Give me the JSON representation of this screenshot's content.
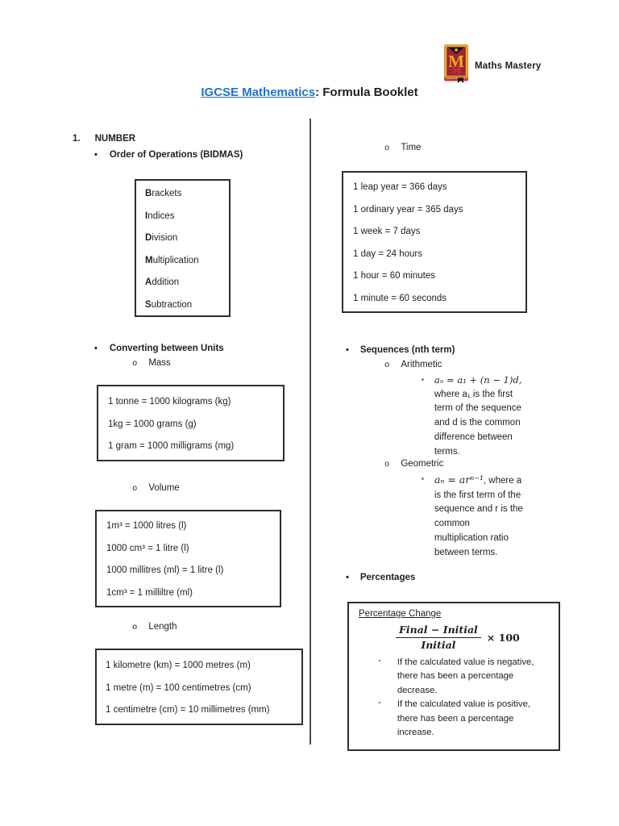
{
  "colors": {
    "link": "#2172cd",
    "gold": "#efaf1d",
    "maroon": "#a02338",
    "red": "#c23b2e",
    "ink": "#141414"
  },
  "glyphs": {
    "bullet": "•",
    "circle": "o",
    "square": "▪",
    "dash": "-"
  },
  "logo": {
    "brand": "Maths Mastery",
    "icon": "book-m-logo"
  },
  "title": {
    "link": "IGCSE Mathematics",
    "suffix": ": Formula Booklet"
  },
  "number_section": {
    "index": "1.",
    "heading": "NUMBER"
  },
  "bidmas": {
    "heading": "Order of Operations (BIDMAS)",
    "items": [
      {
        "lead": "B",
        "rest": "rackets"
      },
      {
        "lead": "I",
        "rest": "ndices"
      },
      {
        "lead": "D",
        "rest": "ivision"
      },
      {
        "lead": "M",
        "rest": "ultiplication"
      },
      {
        "lead": "A",
        "rest": "ddition"
      },
      {
        "lead": "S",
        "rest": "ubtraction"
      }
    ]
  },
  "converting": {
    "heading": "Converting between Units",
    "mass": {
      "label": "Mass",
      "lines": [
        "1 tonne = 1000 kilograms (kg)",
        "1kg = 1000 grams (g)",
        "1 gram = 1000 milligrams (mg)"
      ]
    },
    "volume": {
      "label": "Volume",
      "lines": [
        "1m³ = 1000 litres (l)",
        "1000 cm³ = 1 litre (l)",
        "1000 millitres (ml) = 1 litre (l)",
        "1cm³ = 1 milliltre (ml)"
      ]
    },
    "length": {
      "label": "Length",
      "lines": [
        "1 kilometre (km) = 1000 metres (m)",
        "1 metre (m) = 100 centimetres (cm)",
        "1 centimetre (cm) = 10 millimetres (mm)"
      ]
    }
  },
  "time": {
    "label": "Time",
    "lines": [
      "1 leap year = 366 days",
      "1 ordinary year = 365 days",
      "1 week = 7 days",
      "1 day = 24 hours",
      "1 hour = 60 minutes",
      "1 minute = 60 seconds"
    ]
  },
  "sequences": {
    "heading": "Sequences (nth term)",
    "arithmetic": {
      "label": "Arithmetic",
      "formula": "aₙ = a₁ + (n − 1)d,",
      "desc_lines": [
        "where a₁ is the first",
        "term of the sequence",
        "and d is the common",
        "difference between",
        "terms."
      ]
    },
    "geometric": {
      "label": "Geometric",
      "formula": "aₙ = arⁿ⁻¹",
      "formula_suffix": ", where a",
      "desc_lines": [
        "is the first term of the",
        "sequence and r is the",
        "common",
        "multiplication ratio",
        "between terms."
      ]
    }
  },
  "percentages": {
    "heading": "Percentages",
    "box_title": "Percentage Change",
    "fraction": {
      "numerator": "Final − Initial",
      "denominator": "Initial",
      "multiplier": "× 100"
    },
    "notes": [
      "If the calculated value is negative, there has been a percentage decrease.",
      "If the calculated value is positive, there has been a percentage increase."
    ]
  }
}
